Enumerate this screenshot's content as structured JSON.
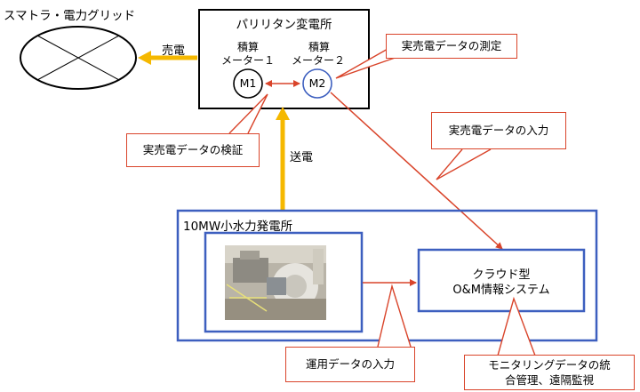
{
  "grid": {
    "label": "スマトラ・電力グリッド"
  },
  "substation": {
    "title": "パリリタン変電所",
    "meter1": {
      "line1": "積算",
      "line2": "メーター１",
      "id": "M1"
    },
    "meter2": {
      "line1": "積算",
      "line2": "メーター２",
      "id": "M2"
    }
  },
  "flows": {
    "sell": "売電",
    "transmit": "送電"
  },
  "plant": {
    "title": "10MW小水力発電所"
  },
  "cloud": {
    "line1": "クラウド型",
    "line2": "O&M情報システム"
  },
  "callouts": {
    "measure": "実売電データの測定",
    "verify": "実売電データの検証",
    "input": "実売電データの入力",
    "ops_input": "運用データの入力",
    "monitoring_line1": "モニタリングデータの統",
    "monitoring_line2": "合管理、遠隔監視"
  },
  "colors": {
    "yellow_arrow": "#f5b800",
    "red_line": "#d9442a",
    "blue_border": "#3d5fbf",
    "black_border": "#000000"
  }
}
